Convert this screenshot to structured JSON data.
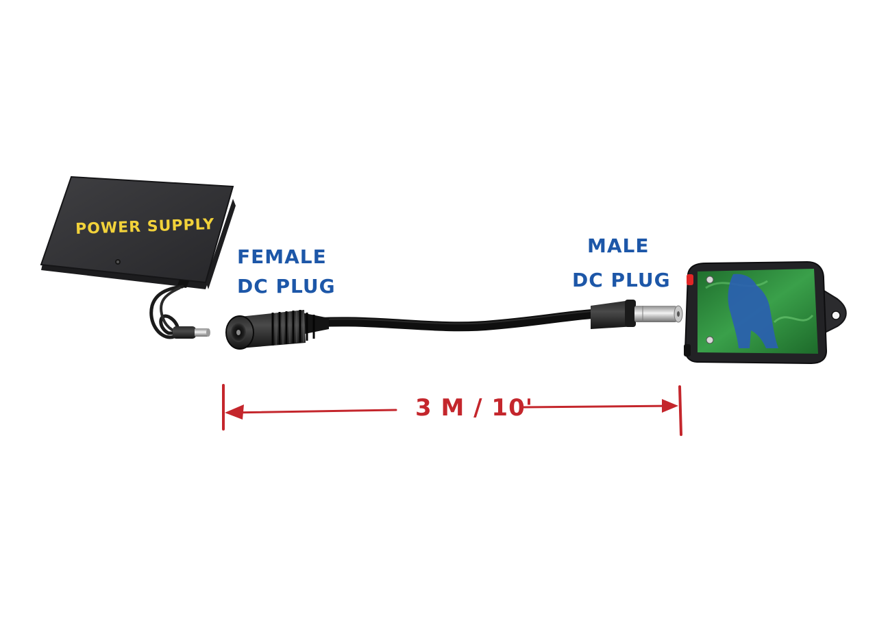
{
  "labels": {
    "power_supply": "POWER SUPPLY",
    "female_line1": "FEMALE",
    "female_line2": "DC PLUG",
    "male_line1": "MALE",
    "male_line2": "DC PLUG",
    "length": "3 M / 10'"
  },
  "colors": {
    "label_blue": "#1d57a8",
    "label_yellow": "#f2d23a",
    "dimension_red": "#c4262c",
    "device_green": "#2e8b3a",
    "cable_black": "#111111"
  },
  "icons": {
    "power_supply": "battery-box-icon",
    "device": "controller-box-icon"
  }
}
